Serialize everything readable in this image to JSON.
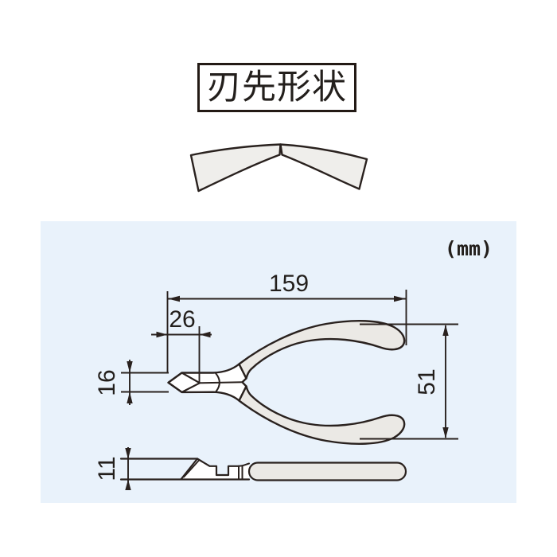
{
  "header": {
    "title": "刃先形状"
  },
  "panel": {
    "unit_label": "(mm)",
    "dimensions": {
      "overall_length_mm": "159",
      "head_length_mm": "26",
      "head_width_mm": "16",
      "handle_opening_mm": "51",
      "head_thickness_mm": "11"
    }
  },
  "illustrations": {
    "blade_tip_shape": "curved-cutting-edge-profile",
    "top_view": "pliers-nipper-top-view",
    "side_view": "pliers-nipper-side-view"
  },
  "colors": {
    "panel_bg": "#e9f2fb",
    "line": "#29211e",
    "grip_fill": "#ebe9e5",
    "blade_fill": "#efeeeb",
    "metal_fill": "#ffffff"
  }
}
